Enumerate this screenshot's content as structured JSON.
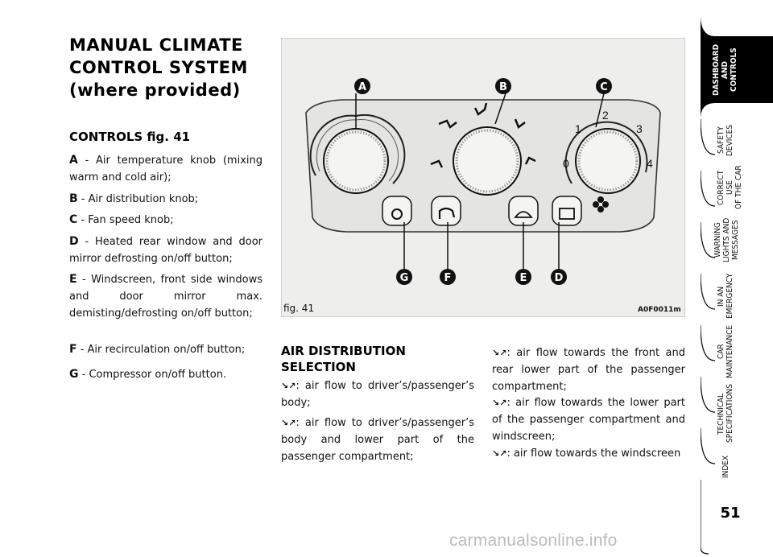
{
  "page": {
    "title_line1": "MANUAL CLIMATE",
    "title_line2": "CONTROL SYSTEM",
    "title_line3": "(where provided)",
    "controls_heading": "CONTROLS fig. 41",
    "controls": [
      {
        "letter": "A",
        "text": " - Air temperature knob (mixing warm and cold air);"
      },
      {
        "letter": "B",
        "text": " - Air distribution knob;"
      },
      {
        "letter": "C",
        "text": " - Fan speed knob;"
      },
      {
        "letter": "D",
        "text": " - Heated rear window and door mirror defrosting on/off button;"
      },
      {
        "letter": "E",
        "text": " - Windscreen, front side windows and door mirror max. demisting/defrosting on/off button;"
      },
      {
        "letter": "F",
        "text": " - Air recirculation on/off button;"
      },
      {
        "letter": "G",
        "text": " - Compressor on/off button."
      }
    ],
    "distribution_heading_line1": "AIR DISTRIBUTION",
    "distribution_heading_line2": "SELECTION",
    "distribution": [
      {
        "text": ": air flow to driver’s/passenger’s body;"
      },
      {
        "text": ": air flow to driver’s/passenger’s body and lower part of the passenger compartment;"
      },
      {
        "text": ": air flow towards the front and rear lower part of the passenger compartment;"
      },
      {
        "text": ": air flow towards the lower part of the passenger compartment and windscreen;"
      },
      {
        "text": ": air flow towards the windscreen"
      }
    ],
    "figure_label": "fig. 41",
    "figure_code": "A0F0011m",
    "page_number": "51",
    "watermark": "carmanualsonline.info"
  },
  "figure": {
    "callouts": [
      "A",
      "B",
      "C",
      "D",
      "E",
      "F",
      "G"
    ],
    "fan_scale": [
      "0",
      "1",
      "2",
      "3",
      "4"
    ]
  },
  "sidebar": {
    "tabs": [
      {
        "label": "DASHBOARD\nAND\nCONTROLS",
        "active": true
      },
      {
        "label": "SAFETY\nDEVICES",
        "active": false
      },
      {
        "label": "CORRECT USE\nOF THE CAR",
        "active": false
      },
      {
        "label": "WARNING\nLIGHTS AND\nMESSAGES",
        "active": false
      },
      {
        "label": "IN AN\nEMERGENCY",
        "active": false
      },
      {
        "label": "CAR\nMAINTENANCE",
        "active": false
      },
      {
        "label": "TECHNICAL\nSPECIFICATIONS",
        "active": false
      },
      {
        "label": "INDEX",
        "active": false
      }
    ]
  },
  "colors": {
    "accent": "#000000",
    "figure_bg": "#eeeeec",
    "sidebar_active": "#000000"
  }
}
